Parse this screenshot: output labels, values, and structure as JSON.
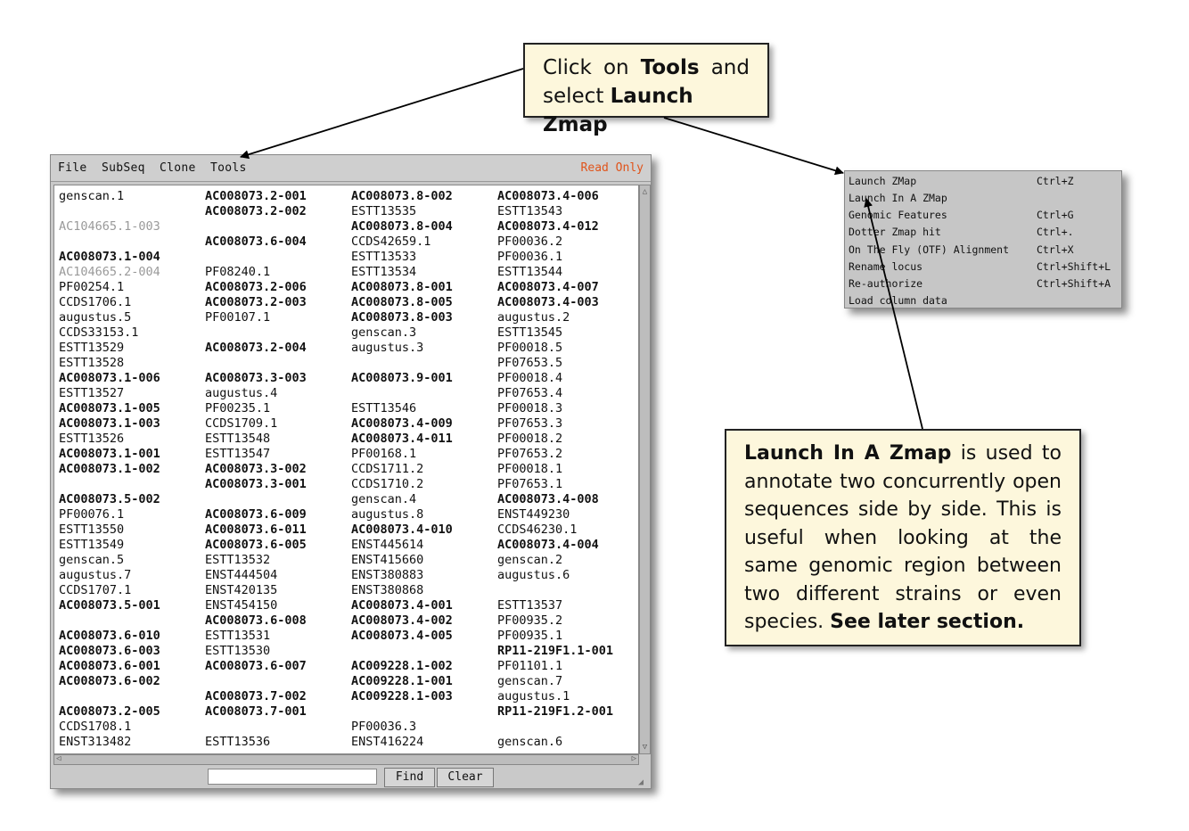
{
  "callout_top": {
    "line1_a": "Click",
    "line1_b": "on",
    "line1_c": "Tools",
    "line1_d": "and",
    "line2_a": "select ",
    "line2_b": "Launch Zmap"
  },
  "callout_bottom": {
    "bold_title": "Launch In A Zmap",
    "body": " is used to annotate two concurrently open sequences side by side. This is useful when looking at the same genomic region between two different strains or even species. ",
    "bold_end": "See later section."
  },
  "menubar": {
    "file": "File",
    "subseq": "SubSeq",
    "clone": "Clone",
    "tools": "Tools",
    "status": "Read Only"
  },
  "columns": [
    [
      {
        "t": "genscan.1",
        "s": "n"
      },
      {
        "t": "",
        "s": "n"
      },
      {
        "t": "AC104665.1-003",
        "s": "g"
      },
      {
        "t": "",
        "s": "n"
      },
      {
        "t": "AC008073.1-004",
        "s": "b"
      },
      {
        "t": "AC104665.2-004",
        "s": "g"
      },
      {
        "t": "PF00254.1",
        "s": "n"
      },
      {
        "t": "CCDS1706.1",
        "s": "n"
      },
      {
        "t": "augustus.5",
        "s": "n"
      },
      {
        "t": "CCDS33153.1",
        "s": "n"
      },
      {
        "t": "ESTT13529",
        "s": "n"
      },
      {
        "t": "ESTT13528",
        "s": "n"
      },
      {
        "t": "AC008073.1-006",
        "s": "b"
      },
      {
        "t": "ESTT13527",
        "s": "n"
      },
      {
        "t": "AC008073.1-005",
        "s": "b"
      },
      {
        "t": "AC008073.1-003",
        "s": "b"
      },
      {
        "t": "ESTT13526",
        "s": "n"
      },
      {
        "t": "AC008073.1-001",
        "s": "b"
      },
      {
        "t": "AC008073.1-002",
        "s": "b"
      },
      {
        "t": "",
        "s": "n"
      },
      {
        "t": "AC008073.5-002",
        "s": "b"
      },
      {
        "t": "PF00076.1",
        "s": "n"
      },
      {
        "t": "ESTT13550",
        "s": "n"
      },
      {
        "t": "ESTT13549",
        "s": "n"
      },
      {
        "t": "genscan.5",
        "s": "n"
      },
      {
        "t": "augustus.7",
        "s": "n"
      },
      {
        "t": "CCDS1707.1",
        "s": "n"
      },
      {
        "t": "AC008073.5-001",
        "s": "b"
      },
      {
        "t": "",
        "s": "n"
      },
      {
        "t": "AC008073.6-010",
        "s": "b"
      },
      {
        "t": "AC008073.6-003",
        "s": "b"
      },
      {
        "t": "AC008073.6-001",
        "s": "b"
      },
      {
        "t": "AC008073.6-002",
        "s": "b"
      },
      {
        "t": "",
        "s": "n"
      },
      {
        "t": "AC008073.2-005",
        "s": "b"
      },
      {
        "t": "CCDS1708.1",
        "s": "n"
      },
      {
        "t": "ENST313482",
        "s": "n"
      }
    ],
    [
      {
        "t": "AC008073.2-001",
        "s": "b"
      },
      {
        "t": "AC008073.2-002",
        "s": "b"
      },
      {
        "t": "",
        "s": "n"
      },
      {
        "t": "AC008073.6-004",
        "s": "b"
      },
      {
        "t": "",
        "s": "n"
      },
      {
        "t": "PF08240.1",
        "s": "n"
      },
      {
        "t": "AC008073.2-006",
        "s": "b"
      },
      {
        "t": "AC008073.2-003",
        "s": "b"
      },
      {
        "t": "PF00107.1",
        "s": "n"
      },
      {
        "t": "",
        "s": "n"
      },
      {
        "t": "AC008073.2-004",
        "s": "b"
      },
      {
        "t": "",
        "s": "n"
      },
      {
        "t": "AC008073.3-003",
        "s": "b"
      },
      {
        "t": "augustus.4",
        "s": "n"
      },
      {
        "t": "PF00235.1",
        "s": "n"
      },
      {
        "t": "CCDS1709.1",
        "s": "n"
      },
      {
        "t": "ESTT13548",
        "s": "n"
      },
      {
        "t": "ESTT13547",
        "s": "n"
      },
      {
        "t": "AC008073.3-002",
        "s": "b"
      },
      {
        "t": "AC008073.3-001",
        "s": "b"
      },
      {
        "t": "",
        "s": "n"
      },
      {
        "t": "AC008073.6-009",
        "s": "b"
      },
      {
        "t": "AC008073.6-011",
        "s": "b"
      },
      {
        "t": "AC008073.6-005",
        "s": "b"
      },
      {
        "t": "ESTT13532",
        "s": "n"
      },
      {
        "t": "ENST444504",
        "s": "n"
      },
      {
        "t": "ENST420135",
        "s": "n"
      },
      {
        "t": "ENST454150",
        "s": "n"
      },
      {
        "t": "AC008073.6-008",
        "s": "b"
      },
      {
        "t": "ESTT13531",
        "s": "n"
      },
      {
        "t": "ESTT13530",
        "s": "n"
      },
      {
        "t": "AC008073.6-007",
        "s": "b"
      },
      {
        "t": "",
        "s": "n"
      },
      {
        "t": "AC008073.7-002",
        "s": "b"
      },
      {
        "t": "AC008073.7-001",
        "s": "b"
      },
      {
        "t": "",
        "s": "n"
      },
      {
        "t": "ESTT13536",
        "s": "n"
      }
    ],
    [
      {
        "t": "AC008073.8-002",
        "s": "b"
      },
      {
        "t": "ESTT13535",
        "s": "n"
      },
      {
        "t": "AC008073.8-004",
        "s": "b"
      },
      {
        "t": "CCDS42659.1",
        "s": "n"
      },
      {
        "t": "ESTT13533",
        "s": "n"
      },
      {
        "t": "ESTT13534",
        "s": "n"
      },
      {
        "t": "AC008073.8-001",
        "s": "b"
      },
      {
        "t": "AC008073.8-005",
        "s": "b"
      },
      {
        "t": "AC008073.8-003",
        "s": "b"
      },
      {
        "t": "genscan.3",
        "s": "n"
      },
      {
        "t": "augustus.3",
        "s": "n"
      },
      {
        "t": "",
        "s": "n"
      },
      {
        "t": "AC008073.9-001",
        "s": "b"
      },
      {
        "t": "",
        "s": "n"
      },
      {
        "t": "ESTT13546",
        "s": "n"
      },
      {
        "t": "AC008073.4-009",
        "s": "b"
      },
      {
        "t": "AC008073.4-011",
        "s": "b"
      },
      {
        "t": "PF00168.1",
        "s": "n"
      },
      {
        "t": "CCDS1711.2",
        "s": "n"
      },
      {
        "t": "CCDS1710.2",
        "s": "n"
      },
      {
        "t": "genscan.4",
        "s": "n"
      },
      {
        "t": "augustus.8",
        "s": "n"
      },
      {
        "t": "AC008073.4-010",
        "s": "b"
      },
      {
        "t": "ENST445614",
        "s": "n"
      },
      {
        "t": "ENST415660",
        "s": "n"
      },
      {
        "t": "ENST380883",
        "s": "n"
      },
      {
        "t": "ENST380868",
        "s": "n"
      },
      {
        "t": "AC008073.4-001",
        "s": "b"
      },
      {
        "t": "AC008073.4-002",
        "s": "b"
      },
      {
        "t": "AC008073.4-005",
        "s": "b"
      },
      {
        "t": "",
        "s": "n"
      },
      {
        "t": "AC009228.1-002",
        "s": "b"
      },
      {
        "t": "AC009228.1-001",
        "s": "b"
      },
      {
        "t": "AC009228.1-003",
        "s": "b"
      },
      {
        "t": "",
        "s": "n"
      },
      {
        "t": "PF00036.3",
        "s": "n"
      },
      {
        "t": "ENST416224",
        "s": "n"
      }
    ],
    [
      {
        "t": "AC008073.4-006",
        "s": "b"
      },
      {
        "t": "ESTT13543",
        "s": "n"
      },
      {
        "t": "AC008073.4-012",
        "s": "b"
      },
      {
        "t": "PF00036.2",
        "s": "n"
      },
      {
        "t": "PF00036.1",
        "s": "n"
      },
      {
        "t": "ESTT13544",
        "s": "n"
      },
      {
        "t": "AC008073.4-007",
        "s": "b"
      },
      {
        "t": "AC008073.4-003",
        "s": "b"
      },
      {
        "t": "augustus.2",
        "s": "n"
      },
      {
        "t": "ESTT13545",
        "s": "n"
      },
      {
        "t": "PF00018.5",
        "s": "n"
      },
      {
        "t": "PF07653.5",
        "s": "n"
      },
      {
        "t": "PF00018.4",
        "s": "n"
      },
      {
        "t": "PF07653.4",
        "s": "n"
      },
      {
        "t": "PF00018.3",
        "s": "n"
      },
      {
        "t": "PF07653.3",
        "s": "n"
      },
      {
        "t": "PF00018.2",
        "s": "n"
      },
      {
        "t": "PF07653.2",
        "s": "n"
      },
      {
        "t": "PF00018.1",
        "s": "n"
      },
      {
        "t": "PF07653.1",
        "s": "n"
      },
      {
        "t": "AC008073.4-008",
        "s": "b"
      },
      {
        "t": "ENST449230",
        "s": "n"
      },
      {
        "t": "CCDS46230.1",
        "s": "n"
      },
      {
        "t": "AC008073.4-004",
        "s": "b"
      },
      {
        "t": "genscan.2",
        "s": "n"
      },
      {
        "t": "augustus.6",
        "s": "n"
      },
      {
        "t": "",
        "s": "n"
      },
      {
        "t": "ESTT13537",
        "s": "n"
      },
      {
        "t": "PF00935.2",
        "s": "n"
      },
      {
        "t": "PF00935.1",
        "s": "n"
      },
      {
        "t": "RP11-219F1.1-001",
        "s": "b"
      },
      {
        "t": "PF01101.1",
        "s": "n"
      },
      {
        "t": "genscan.7",
        "s": "n"
      },
      {
        "t": "augustus.1",
        "s": "n"
      },
      {
        "t": "RP11-219F1.2-001",
        "s": "b"
      },
      {
        "t": "",
        "s": "n"
      },
      {
        "t": "genscan.6",
        "s": "n"
      }
    ]
  ],
  "bottom_bar": {
    "find_value": "",
    "find_label": "Find",
    "clear_label": "Clear"
  },
  "tools_menu": {
    "items": [
      {
        "label": "Launch ZMap",
        "shortcut": "Ctrl+Z"
      },
      {
        "label": "Launch In A ZMap",
        "shortcut": ""
      },
      {
        "label": "Genomic Features",
        "shortcut": "Ctrl+G"
      },
      {
        "label": "Dotter Zmap hit",
        "shortcut": "Ctrl+."
      },
      {
        "label": "On The Fly (OTF) Alignment",
        "shortcut": "Ctrl+X"
      },
      {
        "label": "Rename locus",
        "shortcut": "Ctrl+Shift+L"
      },
      {
        "label": "Re-authorize",
        "shortcut": "Ctrl+Shift+A"
      },
      {
        "label": "Load column data",
        "shortcut": ""
      }
    ]
  },
  "colors": {
    "callout_bg": "#fdf7dc",
    "read_only": "#e0541b",
    "window_bg": "#c9c9c9"
  }
}
